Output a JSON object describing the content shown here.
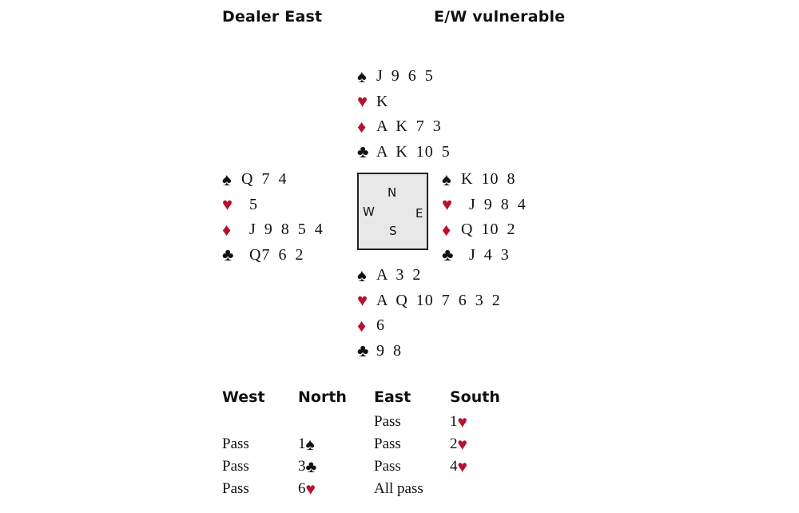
{
  "header": {
    "dealer": "Dealer East",
    "vulnerability": "E/W vulnerable"
  },
  "colors": {
    "red": "#b5122e",
    "black": "#111111"
  },
  "compass": {
    "n": "N",
    "w": "W",
    "e": "E",
    "s": "S"
  },
  "hands": {
    "north": [
      {
        "suit": "♠",
        "color": "black",
        "cards": "J 9 6 5"
      },
      {
        "suit": "♥",
        "color": "red",
        "cards": "K"
      },
      {
        "suit": "♦",
        "color": "red",
        "cards": "A K 7 3"
      },
      {
        "suit": "♣",
        "color": "black",
        "cards": "A K 10 5"
      }
    ],
    "west": [
      {
        "suit": "♠",
        "color": "black",
        "cards": "Q 7 4"
      },
      {
        "suit": "♥",
        "color": "red",
        "cards": " 5"
      },
      {
        "suit": "♦",
        "color": "red",
        "cards": " J 9 8 5 4"
      },
      {
        "suit": "♣",
        "color": "black",
        "cards": " Q7 6 2"
      }
    ],
    "east": [
      {
        "suit": "♠",
        "color": "black",
        "cards": "K 10 8"
      },
      {
        "suit": "♥",
        "color": "red",
        "cards": " J 9 8 4"
      },
      {
        "suit": "♦",
        "color": "red",
        "cards": "Q 10 2"
      },
      {
        "suit": "♣",
        "color": "black",
        "cards": " J 4 3"
      }
    ],
    "south": [
      {
        "suit": "♠",
        "color": "black",
        "cards": "A 3 2"
      },
      {
        "suit": "♥",
        "color": "red",
        "cards": "A Q 10 7 6 3 2"
      },
      {
        "suit": "♦",
        "color": "red",
        "cards": "6"
      },
      {
        "suit": "♣",
        "color": "black",
        "cards": "9 8"
      }
    ]
  },
  "auction": {
    "columns": [
      {
        "name": "West",
        "bids": [
          {
            "text": ""
          },
          {
            "text": "Pass"
          },
          {
            "text": "Pass"
          },
          {
            "text": "Pass"
          }
        ]
      },
      {
        "name": "North",
        "bids": [
          {
            "text": ""
          },
          {
            "text": "1",
            "suit": "♠",
            "color": "black"
          },
          {
            "text": "3",
            "suit": "♣",
            "color": "black"
          },
          {
            "text": "6",
            "suit": "♥",
            "color": "red"
          }
        ]
      },
      {
        "name": "East",
        "bids": [
          {
            "text": "Pass"
          },
          {
            "text": "Pass"
          },
          {
            "text": "Pass"
          },
          {
            "text": "All pass"
          }
        ]
      },
      {
        "name": "South",
        "bids": [
          {
            "text": "1",
            "suit": "♥",
            "color": "red"
          },
          {
            "text": "2",
            "suit": "♥",
            "color": "red"
          },
          {
            "text": "4",
            "suit": "♥",
            "color": "red"
          }
        ]
      }
    ]
  }
}
